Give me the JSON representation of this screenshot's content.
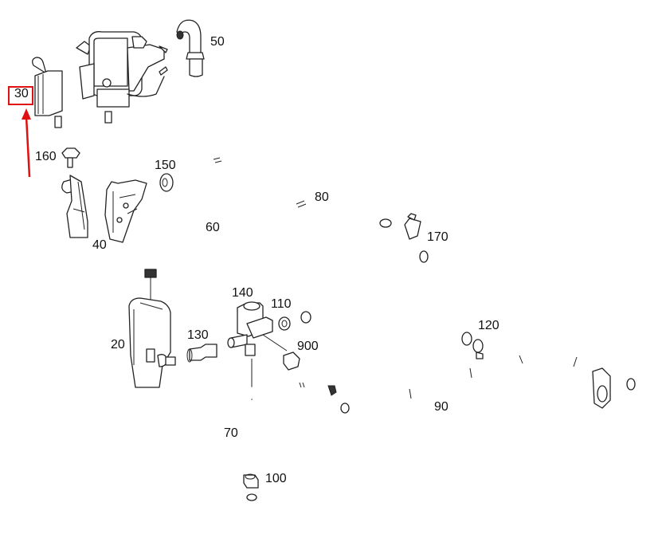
{
  "diagram": {
    "type": "exploded parts diagram",
    "highlight_color": "#e01010",
    "highlighted_part": "30",
    "callouts": [
      {
        "id": "c30",
        "label": "30",
        "part": "auxiliary heater element / bracket",
        "highlighted": true
      },
      {
        "id": "c50",
        "label": "50",
        "part": "elbow hose"
      },
      {
        "id": "c160",
        "label": "160",
        "part": "bolt"
      },
      {
        "id": "c150",
        "label": "150",
        "part": "grommet"
      },
      {
        "id": "c40",
        "label": "40",
        "part": "bracket"
      },
      {
        "id": "c60",
        "label": "60",
        "part": "hose"
      },
      {
        "id": "c80",
        "label": "80",
        "part": "hose"
      },
      {
        "id": "c170",
        "label": "170",
        "part": "hose with valve"
      },
      {
        "id": "c140",
        "label": "140",
        "part": "valve"
      },
      {
        "id": "c110",
        "label": "110",
        "part": "clamp"
      },
      {
        "id": "c20",
        "label": "20",
        "part": "pump"
      },
      {
        "id": "c130",
        "label": "130",
        "part": "hose connector"
      },
      {
        "id": "c900",
        "label": "900",
        "part": "connector plug"
      },
      {
        "id": "c120",
        "label": "120",
        "part": "clamps"
      },
      {
        "id": "c90",
        "label": "90",
        "part": "hose line"
      },
      {
        "id": "c70",
        "label": "70",
        "part": "hose"
      },
      {
        "id": "c100",
        "label": "100",
        "part": "clamp"
      }
    ]
  }
}
